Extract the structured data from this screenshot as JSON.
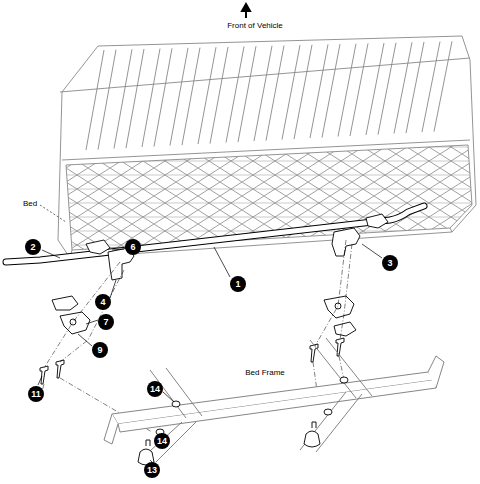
{
  "diagram": {
    "labels": [
      "Front of Vehicle",
      "Bed",
      "Bed Frame",
      "2",
      "6",
      "1",
      "3",
      "4",
      "7",
      "9",
      "11",
      "14",
      "14",
      "13"
    ]
  }
}
